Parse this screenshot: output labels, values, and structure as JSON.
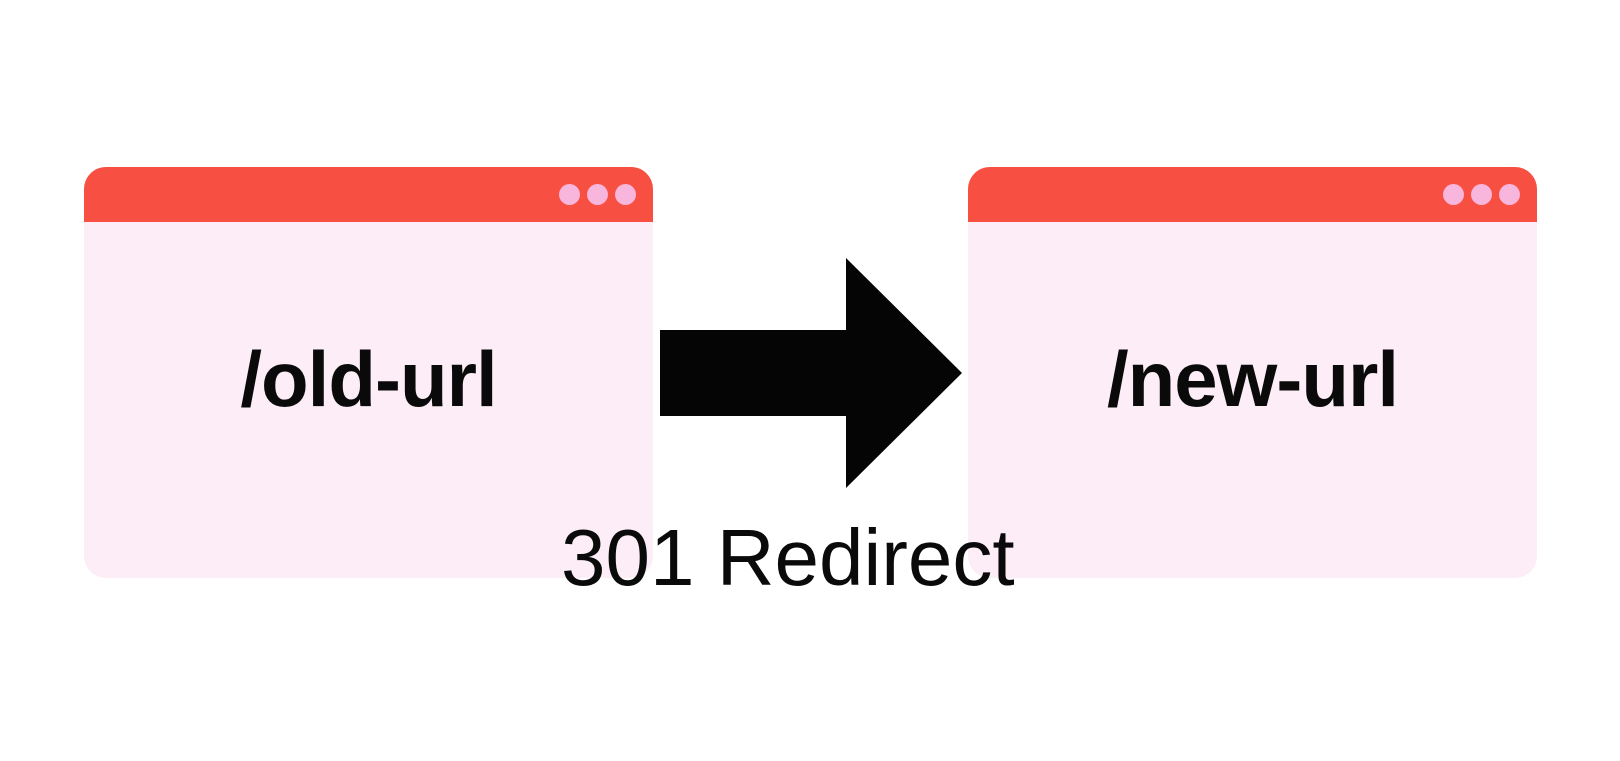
{
  "colors": {
    "titlebar": "#f75043",
    "window_body": "#fdedf6",
    "window_dots": "#f8b6dc",
    "arrow": "#050505",
    "text": "#0a0a0a"
  },
  "source_window": {
    "url": "/old-url",
    "controls_icon": "three-dots-icon"
  },
  "target_window": {
    "url": "/new-url",
    "controls_icon": "three-dots-icon"
  },
  "arrow_icon": "right-arrow-icon",
  "redirect_label": "301 Redirect"
}
